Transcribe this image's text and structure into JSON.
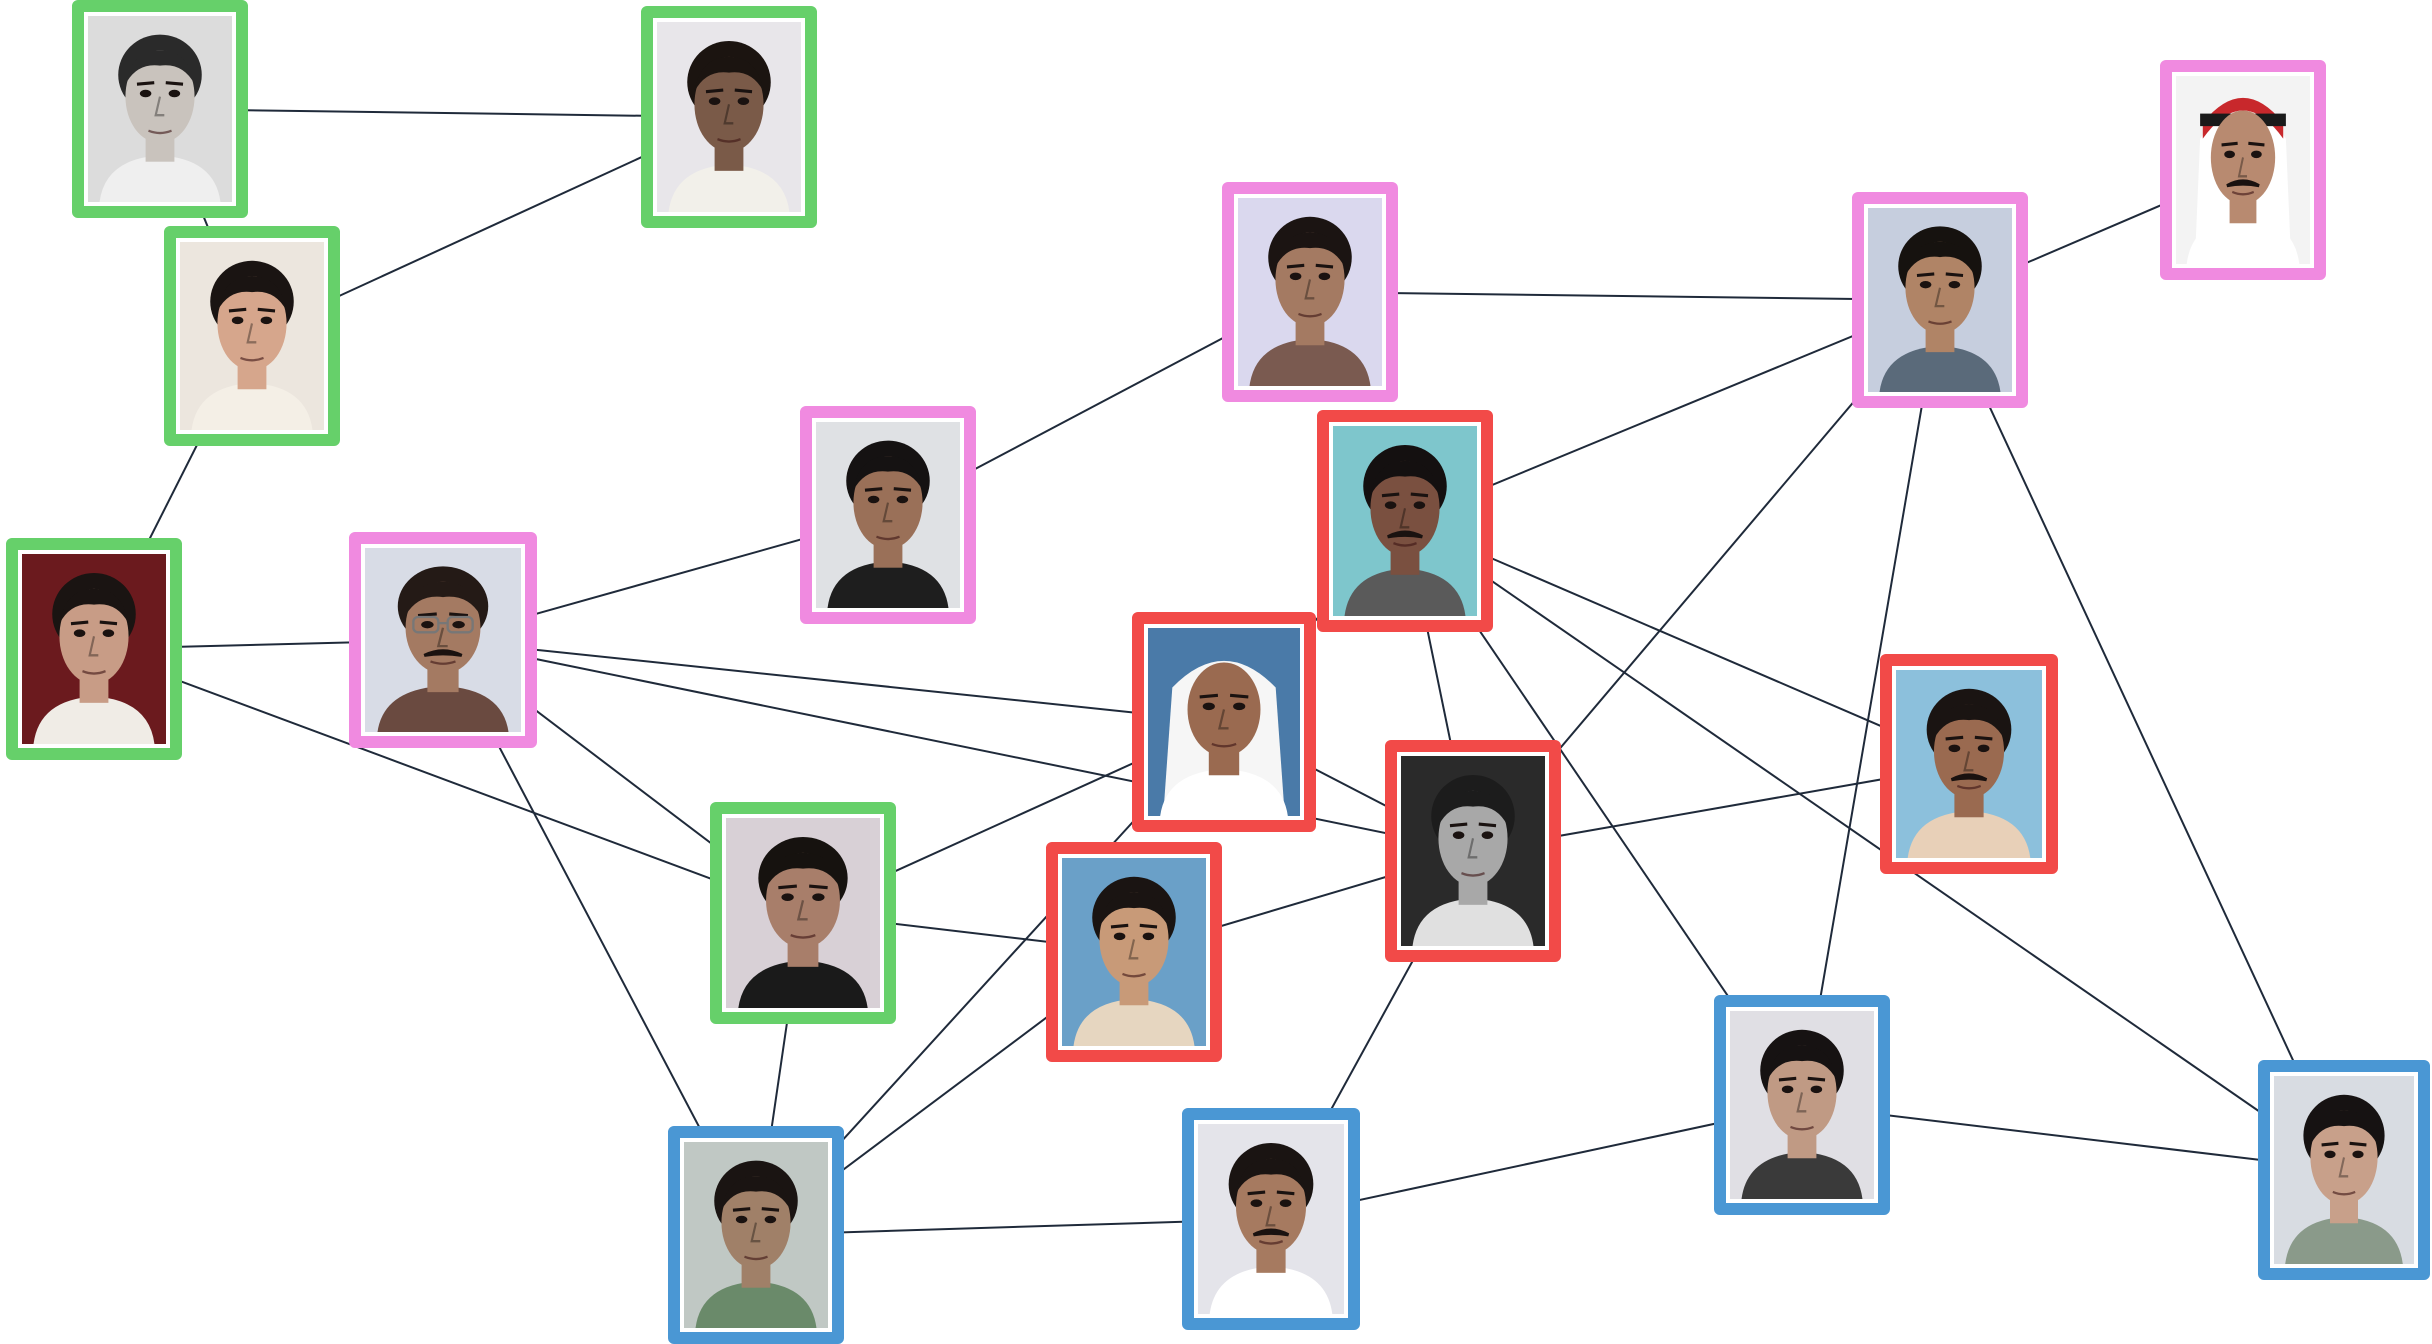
{
  "diagram": {
    "groups": {
      "green": "#66d06a",
      "pink": "#f08ae0",
      "red": "#f24a48",
      "blue": "#4a97d4"
    },
    "edge_color": "#1f2a3a",
    "nodes": [
      {
        "id": "n01",
        "group": "green",
        "bg": "#dcdcdc",
        "skin": "#c9c3bd",
        "hair": "#2a2a2a",
        "shirt": "#efefef",
        "mustache": false,
        "glasses": false,
        "headdress": "none"
      },
      {
        "id": "n02",
        "group": "green",
        "bg": "#e8e6ea",
        "skin": "#7a5a48",
        "hair": "#1b1410",
        "shirt": "#f2f0ea",
        "mustache": false,
        "glasses": false,
        "headdress": "none"
      },
      {
        "id": "n03",
        "group": "green",
        "bg": "#ece6de",
        "skin": "#d6a68c",
        "hair": "#1a1412",
        "shirt": "#f4efe6",
        "mustache": false,
        "glasses": false,
        "headdress": "none"
      },
      {
        "id": "n04",
        "group": "green",
        "bg": "#6b1a1e",
        "skin": "#c89c86",
        "hair": "#1a1412",
        "shirt": "#f0ece6",
        "mustache": false,
        "glasses": false,
        "headdress": "none"
      },
      {
        "id": "n05",
        "group": "pink",
        "bg": "#d8dce6",
        "skin": "#a47a62",
        "hair": "#241a16",
        "shirt": "#6a4a40",
        "mustache": true,
        "glasses": true,
        "headdress": "none"
      },
      {
        "id": "n06",
        "group": "pink",
        "bg": "#dfe1e4",
        "skin": "#9a7058",
        "hair": "#151212",
        "shirt": "#1e1e1e",
        "mustache": false,
        "glasses": false,
        "headdress": "none"
      },
      {
        "id": "n07",
        "group": "pink",
        "bg": "#dad8ee",
        "skin": "#a47a62",
        "hair": "#1b1412",
        "shirt": "#7a5a50",
        "mustache": false,
        "glasses": false,
        "headdress": "none"
      },
      {
        "id": "n08",
        "group": "pink",
        "bg": "#c6cede",
        "skin": "#b08466",
        "hair": "#16120f",
        "shirt": "#5a6a7a",
        "mustache": false,
        "glasses": false,
        "headdress": "none"
      },
      {
        "id": "n09",
        "group": "pink",
        "bg": "#f3f3f3",
        "skin": "#b88a70",
        "hair": "#1a1412",
        "shirt": "#ffffff",
        "mustache": true,
        "glasses": false,
        "headdress": "red"
      },
      {
        "id": "n10",
        "group": "red",
        "bg": "#7ec6cc",
        "skin": "#7a5040",
        "hair": "#141010",
        "shirt": "#5a5a5a",
        "mustache": true,
        "glasses": false,
        "headdress": "none"
      },
      {
        "id": "n11",
        "group": "red",
        "bg": "#4a7aa8",
        "skin": "#9a6a50",
        "hair": "#1a1412",
        "shirt": "#ffffff",
        "mustache": false,
        "glasses": false,
        "headdress": "white"
      },
      {
        "id": "n12",
        "group": "red",
        "bg": "#8cc0dc",
        "skin": "#9a6a50",
        "hair": "#1a1412",
        "shirt": "#e8d0b8",
        "mustache": true,
        "glasses": false,
        "headdress": "none"
      },
      {
        "id": "n13",
        "group": "red",
        "bg": "#2a2a2a",
        "skin": "#a8a8a8",
        "hair": "#1c1c1c",
        "shirt": "#e0e0e0",
        "mustache": false,
        "glasses": false,
        "headdress": "none"
      },
      {
        "id": "n14",
        "group": "red",
        "bg": "#6aa0c8",
        "skin": "#c89a78",
        "hair": "#1a1412",
        "shirt": "#e6d6c0",
        "mustache": false,
        "glasses": false,
        "headdress": "none"
      },
      {
        "id": "n15",
        "group": "green",
        "bg": "#d8d0d6",
        "skin": "#a87e6a",
        "hair": "#16120f",
        "shirt": "#1a1a1a",
        "mustache": false,
        "glasses": false,
        "headdress": "none"
      },
      {
        "id": "n16",
        "group": "blue",
        "bg": "#c0c8c4",
        "skin": "#a08068",
        "hair": "#1a1412",
        "shirt": "#6a8a6a",
        "mustache": false,
        "glasses": false,
        "headdress": "none"
      },
      {
        "id": "n17",
        "group": "blue",
        "bg": "#e4e4ea",
        "skin": "#a67a60",
        "hair": "#1a1412",
        "shirt": "#ffffff",
        "mustache": true,
        "glasses": false,
        "headdress": "none"
      },
      {
        "id": "n18",
        "group": "blue",
        "bg": "#e0dfe4",
        "skin": "#c09a84",
        "hair": "#161212",
        "shirt": "#3a3a3a",
        "mustache": false,
        "glasses": false,
        "headdress": "none"
      },
      {
        "id": "n19",
        "group": "blue",
        "bg": "#d8dce2",
        "skin": "#c8a08a",
        "hair": "#161212",
        "shirt": "#8a9a8a",
        "mustache": false,
        "glasses": false,
        "headdress": "none"
      }
    ],
    "edges": [
      [
        "n01",
        "n02"
      ],
      [
        "n01",
        "n03"
      ],
      [
        "n02",
        "n03"
      ],
      [
        "n03",
        "n04"
      ],
      [
        "n04",
        "n05"
      ],
      [
        "n04",
        "n15"
      ],
      [
        "n05",
        "n06"
      ],
      [
        "n05",
        "n11"
      ],
      [
        "n05",
        "n13"
      ],
      [
        "n05",
        "n15"
      ],
      [
        "n05",
        "n16"
      ],
      [
        "n06",
        "n07"
      ],
      [
        "n07",
        "n08"
      ],
      [
        "n08",
        "n09"
      ],
      [
        "n08",
        "n10"
      ],
      [
        "n08",
        "n13"
      ],
      [
        "n08",
        "n18"
      ],
      [
        "n08",
        "n19"
      ],
      [
        "n10",
        "n11"
      ],
      [
        "n10",
        "n12"
      ],
      [
        "n10",
        "n13"
      ],
      [
        "n10",
        "n18"
      ],
      [
        "n10",
        "n19"
      ],
      [
        "n11",
        "n15"
      ],
      [
        "n11",
        "n13"
      ],
      [
        "n11",
        "n16"
      ],
      [
        "n12",
        "n13"
      ],
      [
        "n14",
        "n15"
      ],
      [
        "n14",
        "n13"
      ],
      [
        "n14",
        "n16"
      ],
      [
        "n15",
        "n16"
      ],
      [
        "n13",
        "n17"
      ],
      [
        "n16",
        "n17"
      ],
      [
        "n17",
        "n18"
      ],
      [
        "n18",
        "n19"
      ]
    ]
  }
}
